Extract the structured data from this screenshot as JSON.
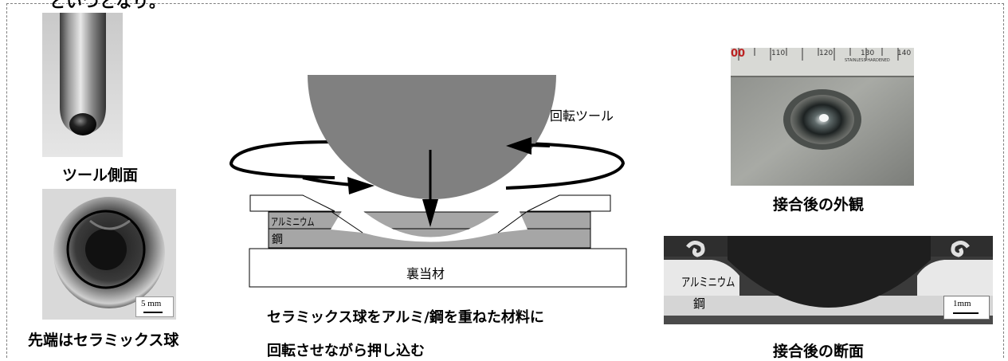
{
  "header_cut_text": "といつとなり。",
  "left": {
    "tool_side_caption": "ツール側面",
    "tool_tip_caption": "先端はセラミックス球",
    "scale_label": "5 mm"
  },
  "center": {
    "rotating_tool_label": "回転ツール",
    "aluminum_label": "アルミニウム",
    "steel_label": "鋼",
    "backing_label": "裏当材",
    "caption_line1": "セラミックス球をアルミ/鋼を重ねた材料に",
    "caption_line2": "回転させながら押し込む"
  },
  "right": {
    "appearance_caption": "接合後の外観",
    "cross_section_caption": "接合後の断面",
    "ruler_numbers": [
      "00",
      "110",
      "120",
      "130",
      "140"
    ],
    "ruler_brand": "STAINLESS HARDENED",
    "cs_aluminum_label": "アルミニウム",
    "cs_steel_label": "鋼",
    "cs_scale_label": "1mm"
  },
  "colors": {
    "tool_gray": "#808080",
    "layer_gray": "#a6a6a6",
    "outline": "#000000"
  }
}
